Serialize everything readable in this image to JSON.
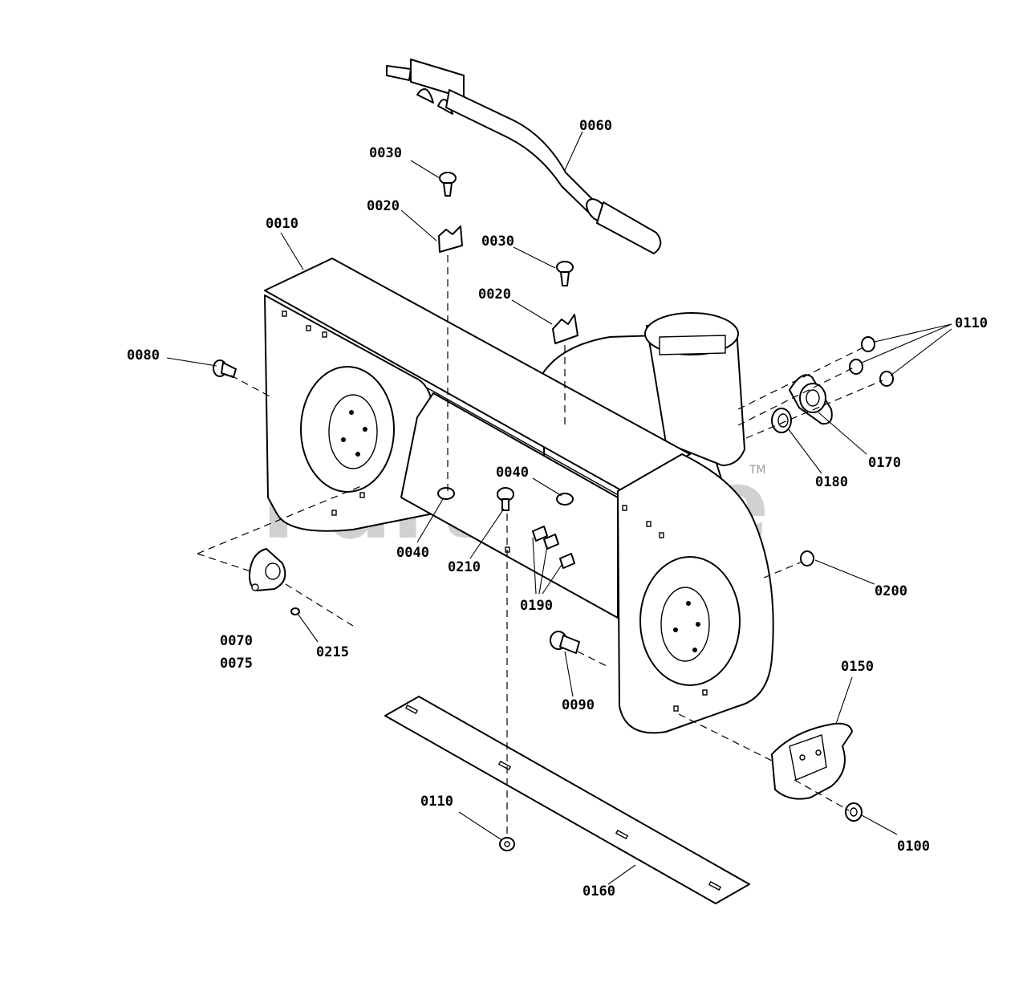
{
  "watermark": {
    "text": "PartsTree",
    "trademark": "TM"
  },
  "labels": {
    "p0060": "0060",
    "p0030a": "0030",
    "p0020a": "0020",
    "p0010": "0010",
    "p0030b": "0030",
    "p0020b": "0020",
    "p0110a": "0110",
    "p0080": "0080",
    "p0170": "0170",
    "p0180": "0180",
    "p0040a": "0040",
    "p0040b": "0040",
    "p0210": "0210",
    "p0190": "0190",
    "p0200": "0200",
    "p0070": "0070",
    "p0075": "0075",
    "p0215": "0215",
    "p0090": "0090",
    "p0150": "0150",
    "p0110b": "0110",
    "p0100": "0100",
    "p0160": "0160"
  }
}
